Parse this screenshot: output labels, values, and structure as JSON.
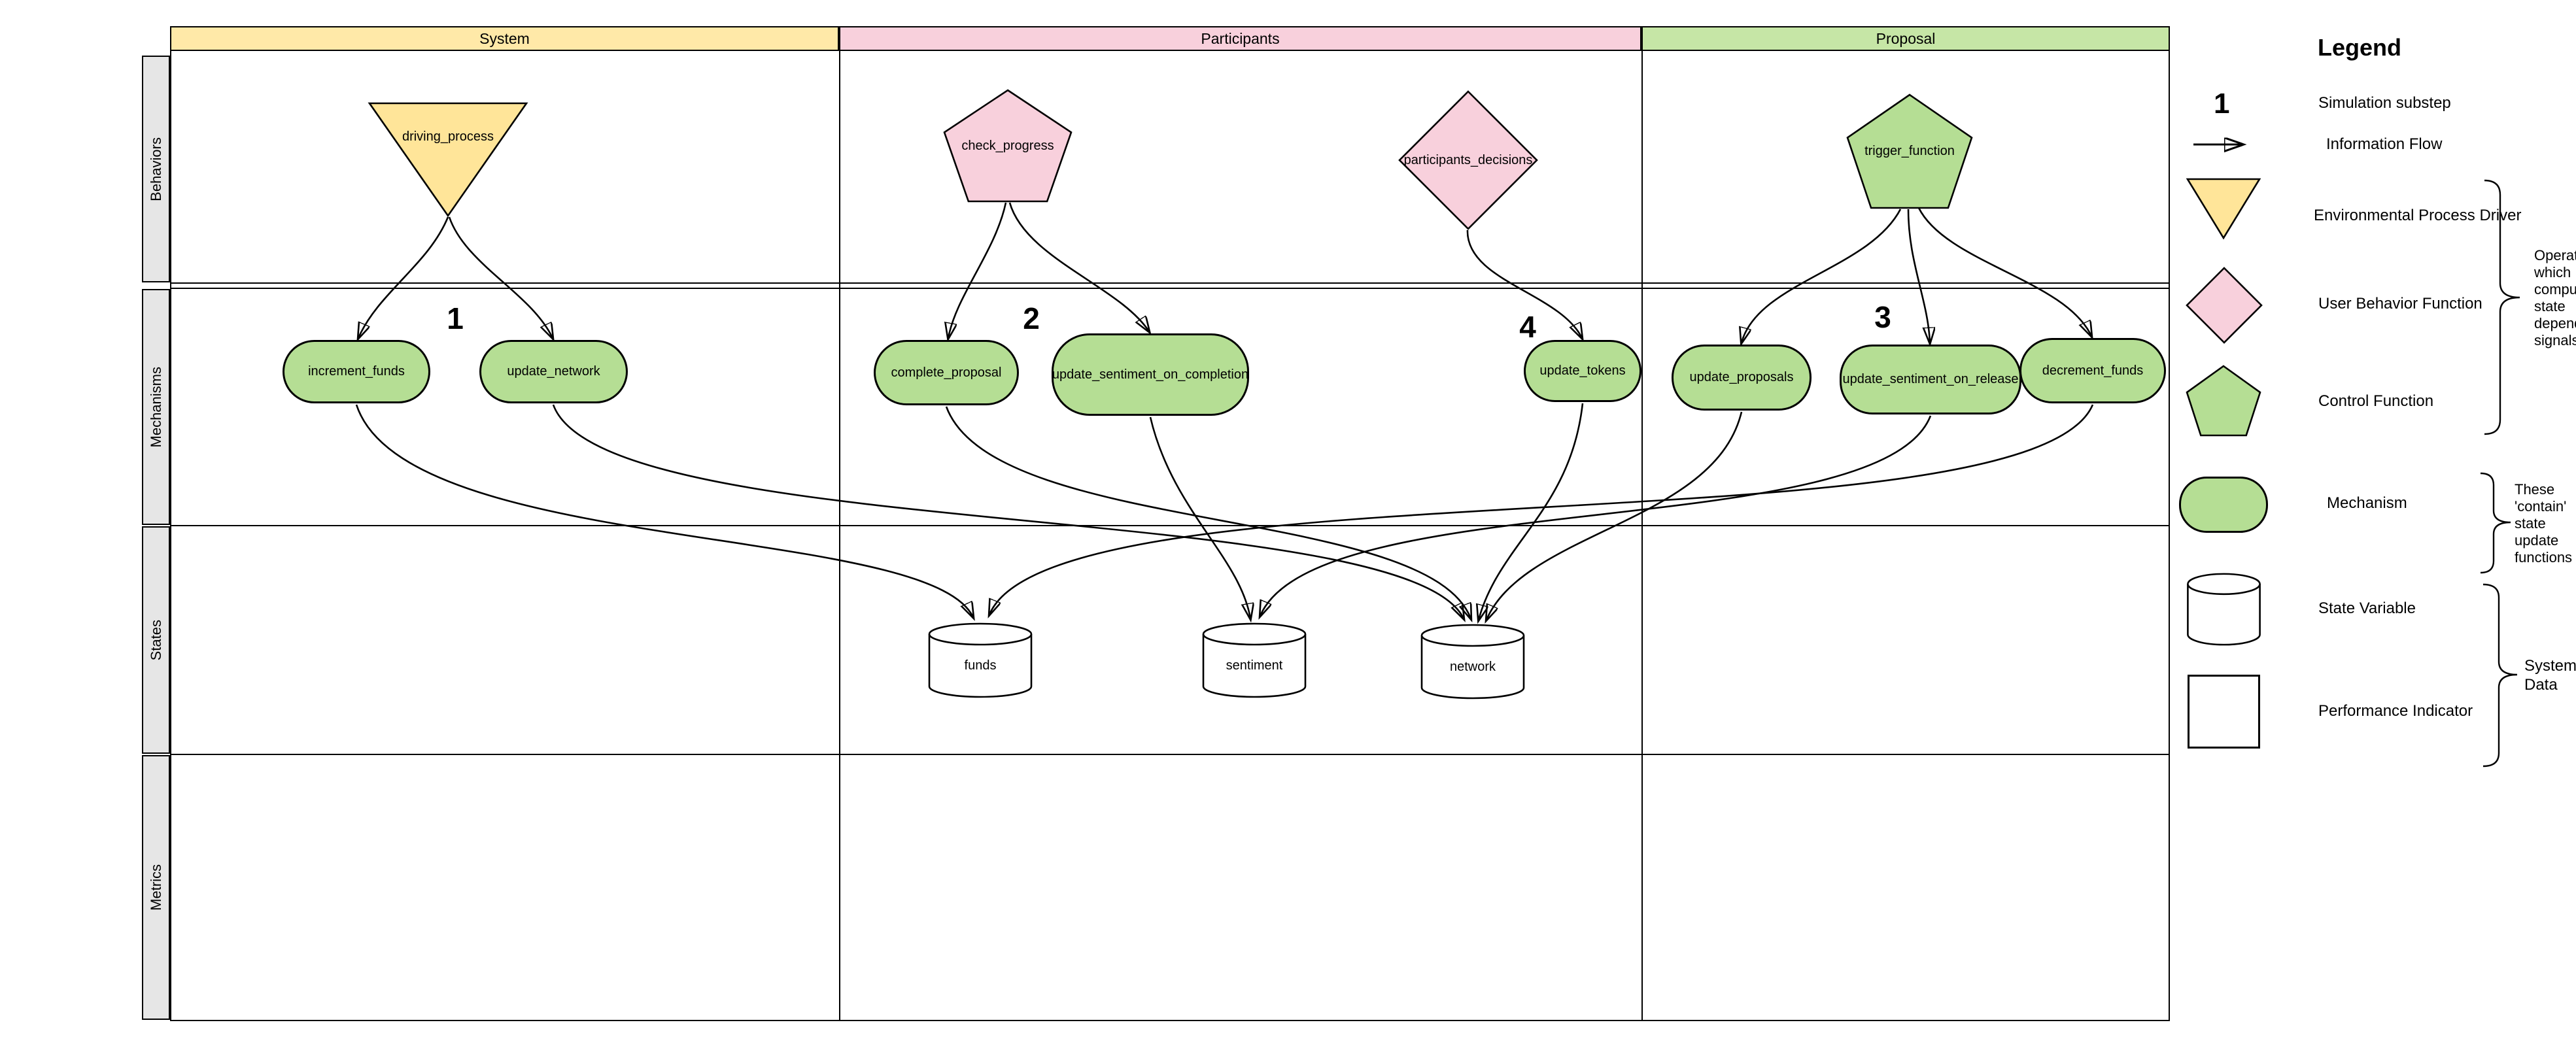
{
  "diagram": {
    "columns": [
      {
        "label": "System",
        "color": "#ffe9a8"
      },
      {
        "label": "Participants",
        "color": "#f8d0dc"
      },
      {
        "label": "Proposal",
        "color": "#c6e6a6"
      }
    ],
    "rows": [
      {
        "label": "Behaviors"
      },
      {
        "label": "Mechanisms"
      },
      {
        "label": "States"
      },
      {
        "label": "Metrics"
      }
    ],
    "behaviors": [
      {
        "label": "driving_process",
        "shape": "triangle-down",
        "color": "#ffe599"
      },
      {
        "label": "check_progress",
        "shape": "pentagon",
        "color": "#f8d0dc"
      },
      {
        "label": "participants_decisions",
        "shape": "diamond",
        "color": "#f8d0dc"
      },
      {
        "label": "trigger_function",
        "shape": "pentagon",
        "color": "#b5de94"
      }
    ],
    "mechanisms": [
      {
        "label": "increment_funds"
      },
      {
        "label": "update_network"
      },
      {
        "label": "complete_proposal"
      },
      {
        "label": "update_sentiment_on_completion"
      },
      {
        "label": "update_tokens"
      },
      {
        "label": "update_proposals"
      },
      {
        "label": "update_sentiment_on_release"
      },
      {
        "label": "decrement_funds"
      }
    ],
    "mechanism_color": "#b5de94",
    "states": [
      {
        "label": "funds"
      },
      {
        "label": "sentiment"
      },
      {
        "label": "network"
      }
    ],
    "substeps": [
      {
        "label": "1"
      },
      {
        "label": "2"
      },
      {
        "label": "4"
      },
      {
        "label": "3"
      }
    ]
  },
  "legend": {
    "title": "Legend",
    "items": [
      {
        "glyph": "number",
        "symbol": "1",
        "label": "Simulation substep"
      },
      {
        "glyph": "arrow",
        "label": "Information Flow"
      },
      {
        "glyph": "triangle-down",
        "color": "#ffe599",
        "label": "Environmental Process Driver"
      },
      {
        "glyph": "diamond",
        "color": "#f8d0dc",
        "label": "User Behavior Function"
      },
      {
        "glyph": "pentagon",
        "color": "#b5de94",
        "label": "Control Function"
      },
      {
        "glyph": "rounded-rect",
        "color": "#b5de94",
        "label": "Mechanism"
      },
      {
        "glyph": "cylinder",
        "color": "#ffffff",
        "label": "State Variable"
      },
      {
        "glyph": "square",
        "color": "#ffffff",
        "label": "Performance Indicator"
      }
    ],
    "annotations": [
      {
        "text": "Operators which compute state dependent signals"
      },
      {
        "text": "These 'contain' state update functions"
      },
      {
        "text": "System Data"
      }
    ]
  }
}
